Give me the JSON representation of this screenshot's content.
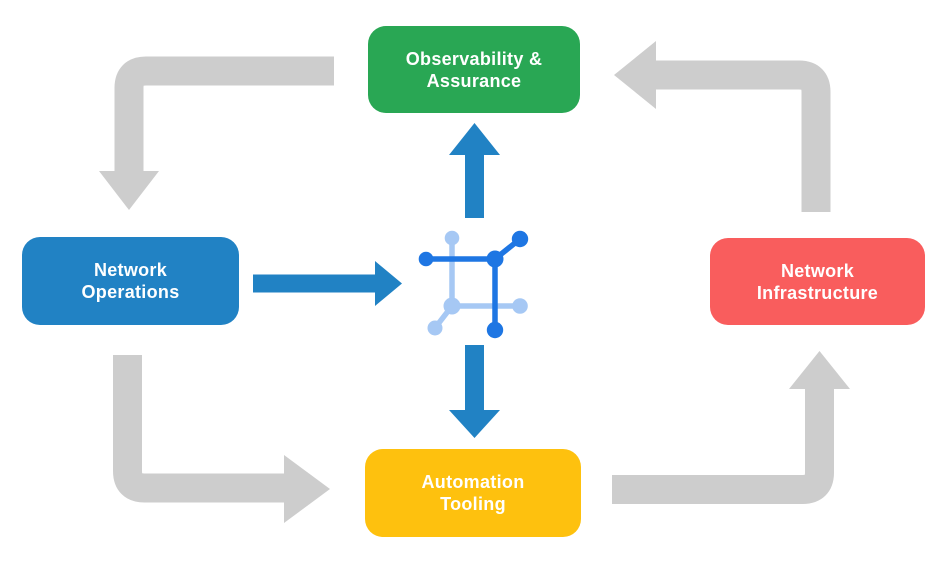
{
  "diagram": {
    "background": "#FFFFFF",
    "label_text_color": "#FFFFFF",
    "nodes": {
      "observability": {
        "line1": "Observability &",
        "line2": "Assurance",
        "color": "#29A754"
      },
      "operations": {
        "line1": "Network",
        "line2": "Operations",
        "color": "#2182C4"
      },
      "infrastructure": {
        "line1": "Network",
        "line2": "Infrastructure",
        "color": "#F95D5D"
      },
      "automation": {
        "line1": "Automation",
        "line2": "Tooling",
        "color": "#FEC10E"
      }
    },
    "arrows": {
      "cycle_color": "#CDCDCD",
      "hub_color": "#2182C4"
    },
    "hub_icon": {
      "name": "network-automation-hub",
      "dark": "#1E76E3",
      "light": "#A6C8F4"
    }
  }
}
